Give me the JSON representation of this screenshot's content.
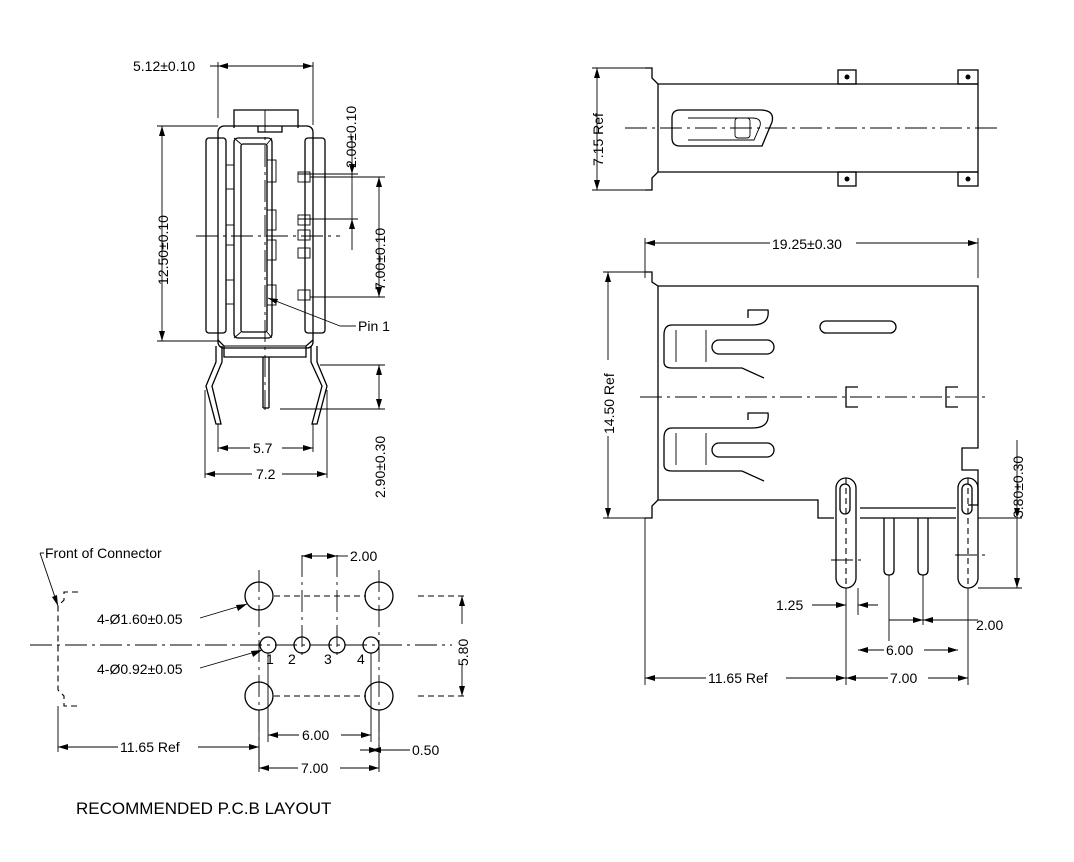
{
  "dimensions": {
    "top_width": "5.12±0.10",
    "pin_offset": "2.00±0.10",
    "height": "12.50±0.10",
    "pin_span": "7.00±0.10",
    "pin1": "Pin 1",
    "lead_length": "2.90±0.30",
    "lead_span_inner": "5.7",
    "lead_span_outer": "7.2",
    "top_view_height": "7.15 Ref",
    "body_length": "19.25±0.30",
    "side_height": "14.50 Ref",
    "lead_height": "3.80±0.30",
    "pin_pitch_first": "1.25",
    "pin_pitch": "2.00",
    "pin_span_inner": "6.00",
    "ref_offset": "11.65 Ref",
    "pin_span_outer": "7.00"
  },
  "pcb_layout": {
    "front_label": "Front of Connector",
    "pitch": "2.00",
    "big_holes": "4-Ø1.60±0.05",
    "small_holes": "4-Ø0.92±0.05",
    "row_spacing": "5.80",
    "ref_offset": "11.65 Ref",
    "inner_span": "6.00",
    "outer_span": "7.00",
    "edge_offset": "0.50",
    "pin_numbers": [
      "1",
      "2",
      "3",
      "4"
    ],
    "caption": "RECOMMENDED P.C.B LAYOUT"
  }
}
